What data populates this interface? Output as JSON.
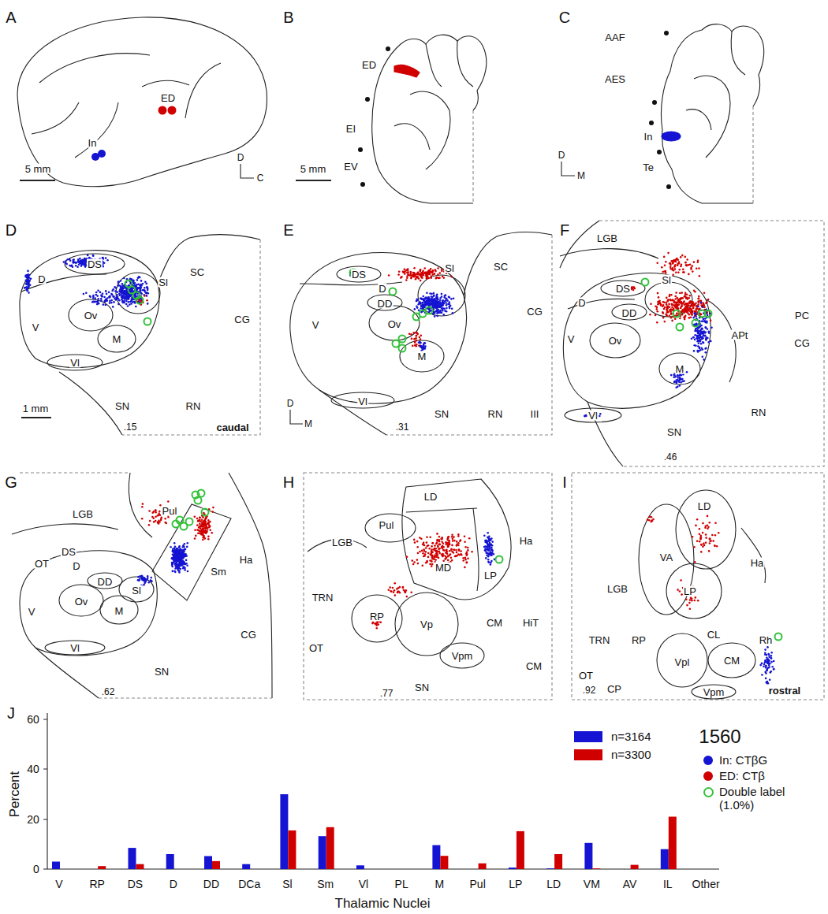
{
  "diagram": {
    "labels": [
      "A",
      "In",
      "ED",
      "5 mm",
      "D",
      "C",
      "B",
      "ED",
      "EI",
      "EV",
      "5 mm",
      "C",
      "AAF",
      "AES",
      "In",
      "Te",
      "D",
      "M",
      "D",
      "DS",
      "D",
      "Sl",
      "SC",
      "V",
      "Ov",
      "M",
      "Vl",
      "CG",
      "SN",
      "RN",
      "1 mm",
      ".15",
      "caudal",
      "E",
      "DS",
      "Sl",
      "SC",
      "D",
      "DD",
      "Ov",
      "V",
      "CG",
      "M",
      "Vl",
      "SN",
      "RN",
      "III",
      ".31",
      "D",
      "M",
      "F",
      "LGB",
      "DS",
      "Sl",
      "D",
      "DD",
      "APt",
      "PC",
      "Ov",
      "V",
      "CG",
      "M",
      "Vl",
      "RN",
      "SN",
      ".46",
      "G",
      "LGB",
      "Pul",
      "OT",
      "DS",
      "D",
      "DD",
      "Sm",
      "Ha",
      "Sl",
      "Ov",
      "M",
      "V",
      "CG",
      "Vl",
      "SN",
      ".62",
      "H",
      "LD",
      "Pul",
      "LGB",
      "Ha",
      "MD",
      "LP",
      "TRN",
      "RP",
      "Vp",
      "CM",
      "HiT",
      "OT",
      "Vpm",
      "CM",
      "SN",
      ".77",
      "I",
      "LD",
      "VA",
      "Ha",
      "LP",
      "LGB",
      "TRN",
      "RP",
      "CL",
      "Rh",
      "CM",
      "Vpl",
      "Vpm",
      "OT",
      ".92",
      "CP",
      "rostral",
      "J",
      "60",
      "40",
      "20",
      "0",
      "Percent",
      "V",
      "RP",
      "DS",
      "D",
      "DD",
      "DCa",
      "Sl",
      "Sm",
      "Vl",
      "PL",
      "M",
      "Pul",
      "LP",
      "LD",
      "VM",
      "AV",
      "IL",
      "Other",
      "Thalamic Nuclei",
      "1560"
    ],
    "legend": [
      {
        "text": "n=3164",
        "color": "#1414d2"
      },
      {
        "text": "n=3300",
        "color": "#d00000"
      },
      {
        "text": "In: CTβG",
        "color": "#1414d2"
      },
      {
        "text": "ED: CTβ",
        "color": "#d00000"
      },
      {
        "text": "Double label (1.0%)"
      }
    ]
  }
}
